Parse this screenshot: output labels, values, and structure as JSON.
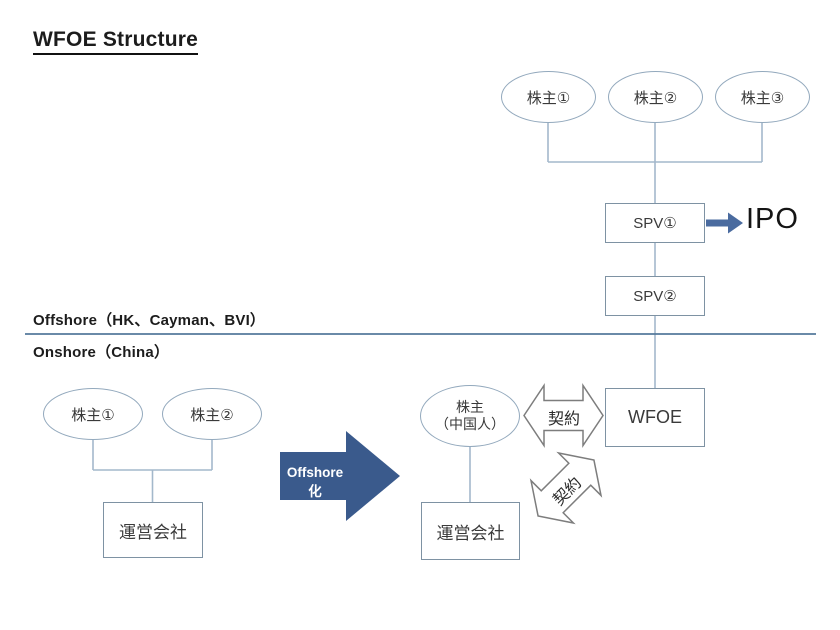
{
  "title": "WFOE Structure",
  "divider": {
    "offshore_label": "Offshore（HK、Cayman、BVI）",
    "onshore_label": "Onshore（China）"
  },
  "offshore": {
    "shareholder1": "株主①",
    "shareholder2": "株主②",
    "shareholder3": "株主③",
    "spv1": "SPV①",
    "spv2": "SPV②",
    "ipo": "IPO"
  },
  "onshore_before": {
    "shareholder1": "株主①",
    "shareholder2": "株主②",
    "company": "運営会社"
  },
  "transition": {
    "arrow_label": "Offshore化"
  },
  "onshore_after": {
    "shareholder_line1": "株主",
    "shareholder_line2": "（中国人）",
    "company": "運営会社",
    "wfoe": "WFOE",
    "contract_horizontal": "契約",
    "contract_diagonal": "契約"
  },
  "colors": {
    "transition_arrow_fill": "#3a5a8c",
    "ipo_arrow_fill": "#4a6b9f",
    "connector_line": "#a3b8cb",
    "box_border": "#7e92a3",
    "ellipse_border": "#93a9bd",
    "divider_line": "#55799b"
  }
}
